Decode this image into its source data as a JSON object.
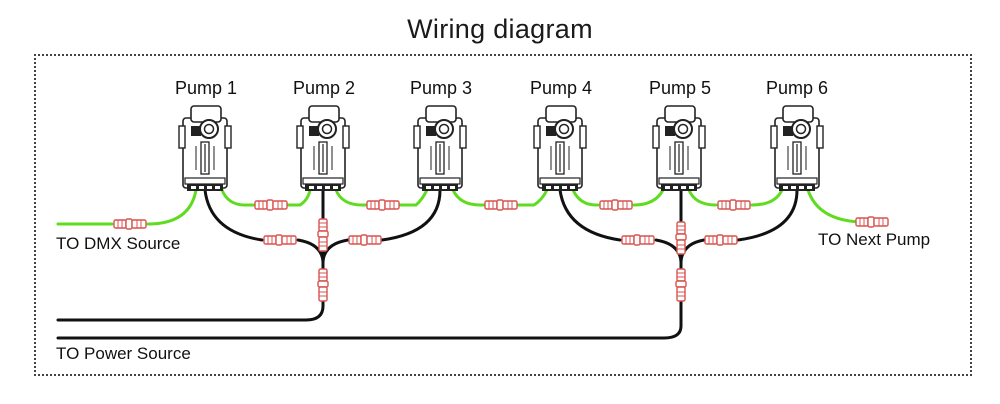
{
  "title": "Wiring diagram",
  "pumps": [
    {
      "label": "Pump 1"
    },
    {
      "label": "Pump 2"
    },
    {
      "label": "Pump 3"
    },
    {
      "label": "Pump 4"
    },
    {
      "label": "Pump 5"
    },
    {
      "label": "Pump 6"
    }
  ],
  "labels": {
    "dmx_source": "TO DMX Source",
    "next_pump": "TO Next Pump",
    "power_source": "TO Power Source"
  },
  "colors": {
    "data_cable": "#5fdc1e",
    "power_cable": "#111111",
    "connector": "#d9534f",
    "pump_outline": "#222222"
  }
}
